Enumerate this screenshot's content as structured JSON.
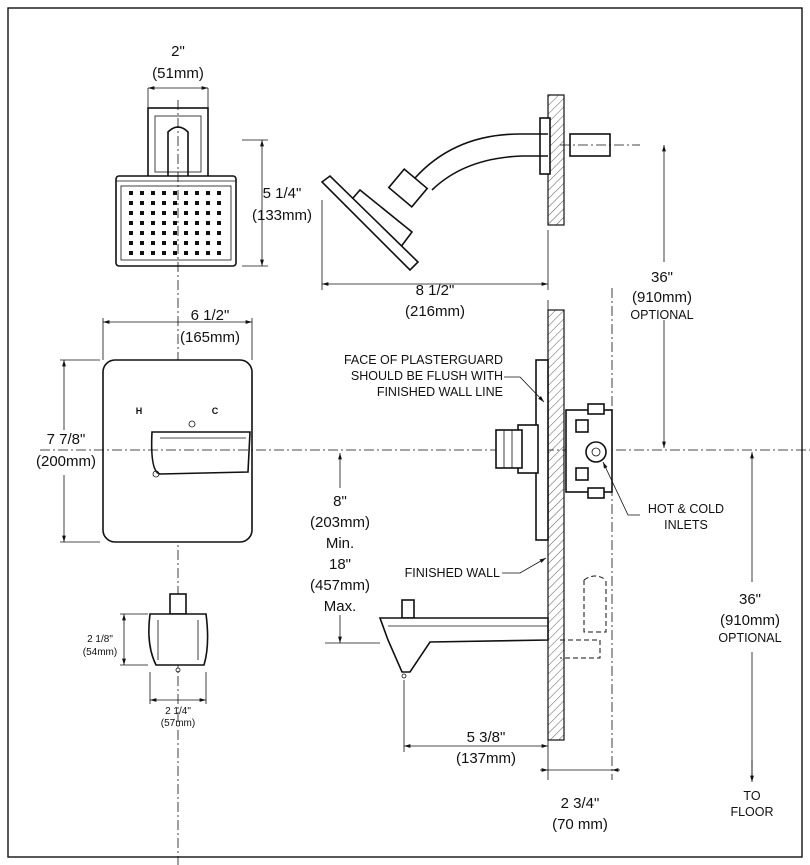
{
  "showerhead_width": {
    "imperial": "2\"",
    "metric": "(51mm)"
  },
  "showerhead_height": {
    "imperial": "5 1/4\"",
    "metric": "(133mm)"
  },
  "arm_reach": {
    "imperial": "8 1/2\"",
    "metric": "(216mm)"
  },
  "head_height_above_valve": {
    "imperial": "36\"",
    "metric": "(910mm)",
    "note": "OPTIONAL"
  },
  "trim_width": {
    "imperial": "6 1/2\"",
    "metric": "(165mm)"
  },
  "trim_height": {
    "imperial": "7 7/8\"",
    "metric": "(200mm)"
  },
  "handle_marks": {
    "hot": "H",
    "cold": "C"
  },
  "plasterguard_note": [
    "FACE OF PLASTERGUARD",
    "SHOULD BE FLUSH WITH",
    "FINISHED WALL LINE"
  ],
  "inlets_note": [
    "HOT & COLD",
    "INLETS"
  ],
  "finished_wall": "FINISHED WALL",
  "valve_to_spout": {
    "min_imperial": "8\"",
    "min_metric": "(203mm)",
    "min_label": "Min.",
    "max_imperial": "18\"",
    "max_metric": "(457mm)",
    "max_label": "Max."
  },
  "spout_height": {
    "imperial": "2 1/8\"",
    "metric": "(54mm)"
  },
  "spout_width": {
    "imperial": "2 1/4\"",
    "metric": "(57mm)"
  },
  "spout_reach": {
    "imperial": "5 3/8\"",
    "metric": "(137mm)"
  },
  "wall_offset": {
    "imperial": "2 3/4\"",
    "metric": "(70 mm)"
  },
  "valve_height_floor": {
    "imperial": "36\"",
    "metric": "(910mm)",
    "note": "OPTIONAL",
    "to": "TO",
    "floor": "FLOOR"
  }
}
